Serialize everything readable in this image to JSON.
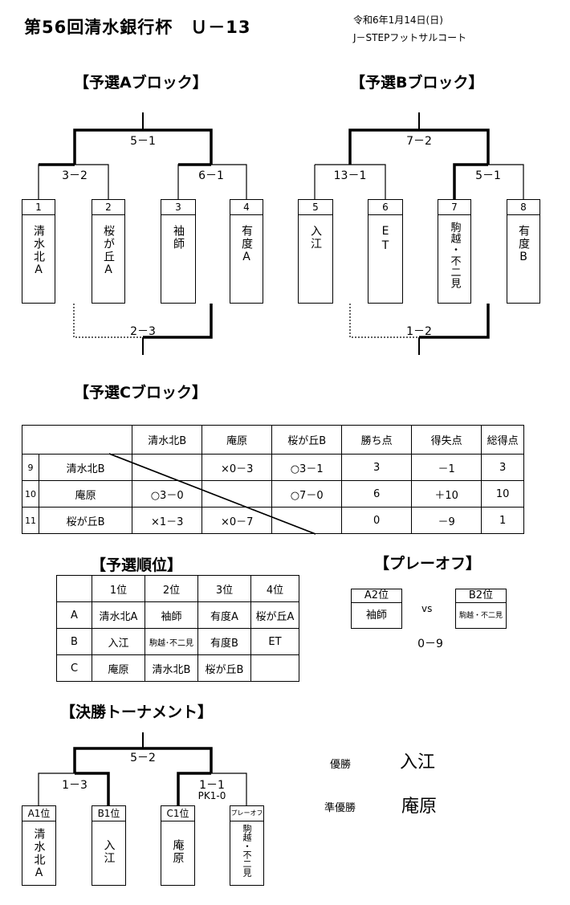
{
  "title": "第56回清水銀行杯　Ｕ－13",
  "date": "令和6年1月14日(日)",
  "venue": "J－STEPフットサルコート",
  "block_a": {
    "header": "【予選Aブロック】",
    "final_score": "5－1",
    "semi_left": "3－2",
    "semi_right": "6－1",
    "third_place": "2－3",
    "teams": [
      {
        "num": "1",
        "name": "清水北A"
      },
      {
        "num": "2",
        "name": "桜が丘A"
      },
      {
        "num": "3",
        "name": "袖師"
      },
      {
        "num": "4",
        "name": "有度A"
      }
    ]
  },
  "block_b": {
    "header": "【予選Bブロック】",
    "final_score": "7－2",
    "semi_left": "13－1",
    "semi_right": "5－1",
    "third_place": "1－2",
    "teams": [
      {
        "num": "5",
        "name": "入江"
      },
      {
        "num": "6",
        "name": "ET"
      },
      {
        "num": "7",
        "name": "駒越・不二見"
      },
      {
        "num": "8",
        "name": "有度B"
      }
    ]
  },
  "block_c": {
    "header": "【予選Cブロック】",
    "columns": [
      "",
      "清水北B",
      "庵原",
      "桜が丘B",
      "勝ち点",
      "得失点",
      "総得点"
    ],
    "rows": [
      {
        "num": "9",
        "team": "清水北B",
        "r1": "",
        "r2": "×0－3",
        "r3": "○3－1",
        "pts": "3",
        "diff": "－1",
        "goals": "3"
      },
      {
        "num": "10",
        "team": "庵原",
        "r1": "○3－0",
        "r2": "",
        "r3": "○7－0",
        "pts": "6",
        "diff": "＋10",
        "goals": "10"
      },
      {
        "num": "11",
        "team": "桜が丘B",
        "r1": "×1－3",
        "r2": "×0－7",
        "r3": "",
        "pts": "0",
        "diff": "－9",
        "goals": "1"
      }
    ]
  },
  "ranking": {
    "header": "【予選順位】",
    "columns": [
      "",
      "1位",
      "2位",
      "3位",
      "4位"
    ],
    "rows": [
      {
        "block": "A",
        "c1": "清水北A",
        "c2": "袖師",
        "c3": "有度A",
        "c4": "桜が丘A"
      },
      {
        "block": "B",
        "c1": "入江",
        "c2": "駒越･不二見",
        "c3": "有度B",
        "c4": "ET"
      },
      {
        "block": "C",
        "c1": "庵原",
        "c2": "清水北B",
        "c3": "桜が丘B",
        "c4": ""
      }
    ]
  },
  "playoff": {
    "header": "【プレーオフ】",
    "left_label": "A2位",
    "left_team": "袖師",
    "vs": "vs",
    "right_label": "B2位",
    "right_team": "駒越・不二見",
    "score": "0－9"
  },
  "final": {
    "header": "【決勝トーナメント】",
    "final_score": "5－2",
    "semi_left": "1－3",
    "semi_right": "1－1",
    "semi_right_pk": "PK1-0",
    "teams": [
      {
        "num": "A1位",
        "name": "清水北A"
      },
      {
        "num": "B1位",
        "name": "入江"
      },
      {
        "num": "C1位",
        "name": "庵原"
      },
      {
        "num": "プレーオフ",
        "name": "駒越・不二見"
      }
    ],
    "winner_label": "優勝",
    "winner": "入江",
    "runner_label": "準優勝",
    "runner": "庵原"
  }
}
